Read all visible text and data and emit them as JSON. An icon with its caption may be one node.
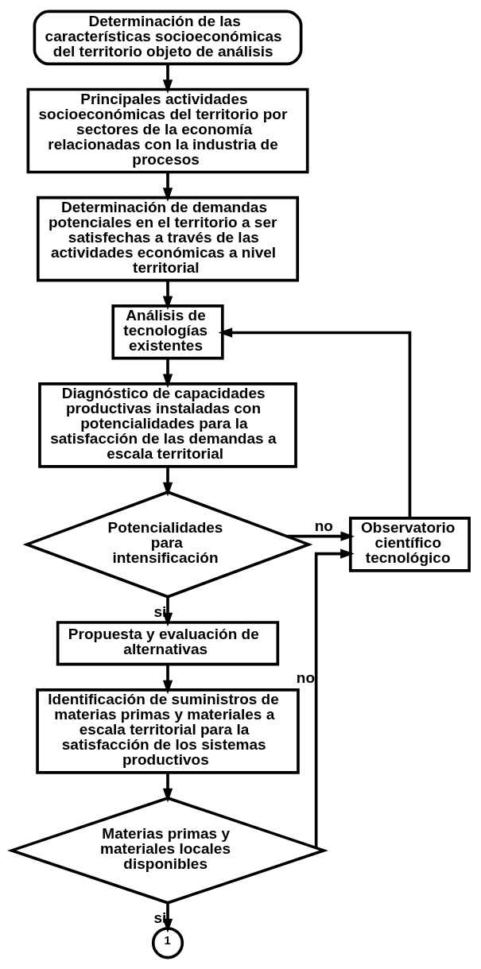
{
  "diagram": {
    "nodes": [
      {
        "text": [
          "Determinación de las características socioeconómicas del territorio objeto de análisis"
        ]
      },
      {
        "text": [
          "Principales actividades socioeconómicas del territorio por sectores de la economía relacionadas con la industria de procesos"
        ]
      },
      {
        "text": [
          "Determinación de demandas potenciales en el territorio a ser satisfechas a través de las actividades económicas a nivel territorial"
        ]
      },
      {
        "text": [
          "Análisis de tecnologías existentes"
        ]
      },
      {
        "text": [
          "Diagnóstico de capacidades productivas instaladas con potencialidades para la satisfacción de las demandas a escala territorial"
        ]
      },
      {
        "text": [
          "Potencialidades para intensificación"
        ]
      },
      {
        "text": [
          "Observatorio científico tecnológico"
        ]
      },
      {
        "text": [
          "Propuesta y evaluación de alternativas"
        ]
      },
      {
        "text": [
          "Identificación de suministros de materias primas y materiales a escala territorial para la satisfacción de los sistemas productivos"
        ]
      },
      {
        "text": [
          "Materias primas y materiales locales disponibles"
        ]
      },
      {
        "text": [
          "1"
        ]
      }
    ],
    "edges": [
      {
        "from": 0,
        "to": 1,
        "arrow": "to"
      },
      {
        "from": 1,
        "to": 2,
        "arrow": "to"
      },
      {
        "from": 2,
        "to": 3,
        "arrow": "to"
      },
      {
        "from": 3,
        "to": 4,
        "arrow": "to"
      },
      {
        "from": 4,
        "to": 5,
        "arrow": "to"
      },
      {
        "from": 5,
        "to": 6,
        "arrow": "to",
        "label": "no"
      },
      {
        "from": 6,
        "to": 3,
        "arrow": "to"
      },
      {
        "from": 5,
        "to": 7,
        "arrow": "to",
        "label": "si"
      },
      {
        "from": 7,
        "to": 8,
        "arrow": "to"
      },
      {
        "from": 8,
        "to": 9,
        "arrow": "to"
      },
      {
        "from": 9,
        "to": 6,
        "arrow": "to",
        "label": "no"
      },
      {
        "from": 9,
        "to": 10,
        "arrow": "to",
        "label": "si"
      }
    ]
  }
}
